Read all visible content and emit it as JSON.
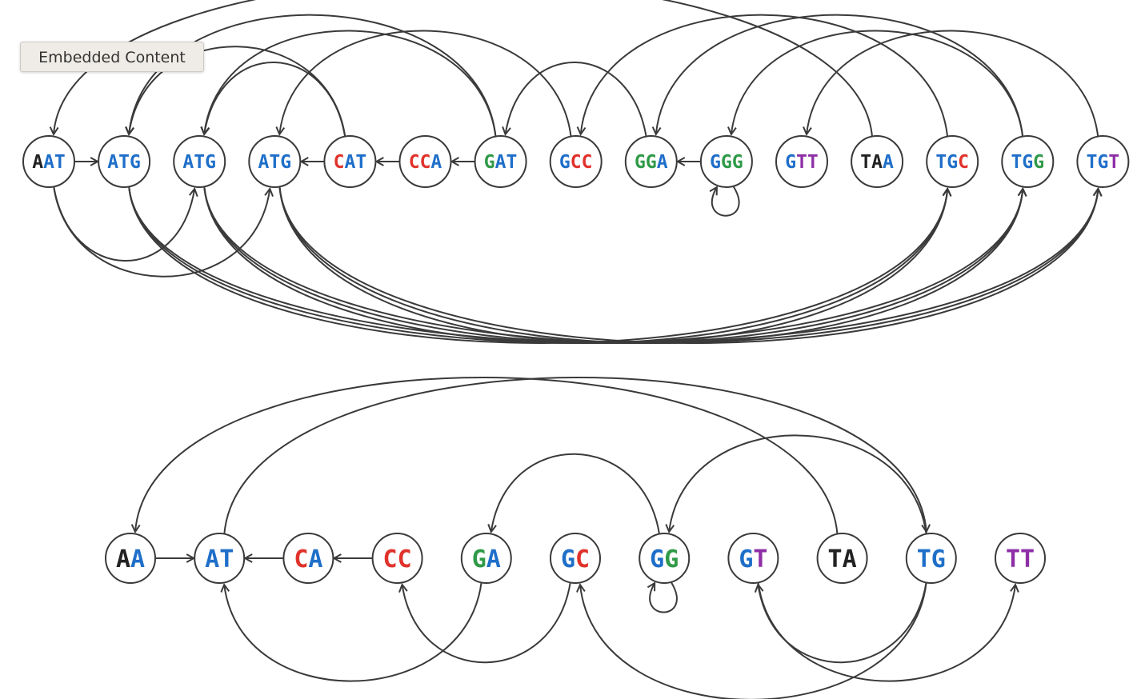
{
  "tooltip": {
    "label": "Embedded Content"
  },
  "colors": {
    "A": "#1f6fc9",
    "T": "#8e2fa6",
    "G": "#2f9a47",
    "C": "#e0322a",
    "first_A": "#222222",
    "first_T": "#222222",
    "edge": "#3a3a3a"
  },
  "graph_top": {
    "nodes": [
      {
        "id": "AAT",
        "label": "AAT",
        "chars": [
          "#222222",
          "#1f6fc9",
          "#1f6fc9"
        ]
      },
      {
        "id": "ATG1",
        "label": "ATG",
        "chars": [
          "#1f6fc9",
          "#1f6fc9",
          "#1f6fc9"
        ]
      },
      {
        "id": "ATG2",
        "label": "ATG",
        "chars": [
          "#1f6fc9",
          "#1f6fc9",
          "#1f6fc9"
        ]
      },
      {
        "id": "ATG3",
        "label": "ATG",
        "chars": [
          "#1f6fc9",
          "#1f6fc9",
          "#1f6fc9"
        ]
      },
      {
        "id": "CAT",
        "label": "CAT",
        "chars": [
          "#e0322a",
          "#1f6fc9",
          "#1f6fc9"
        ]
      },
      {
        "id": "CCA",
        "label": "CCA",
        "chars": [
          "#e0322a",
          "#e0322a",
          "#1f6fc9"
        ]
      },
      {
        "id": "GAT",
        "label": "GAT",
        "chars": [
          "#2f9a47",
          "#1f6fc9",
          "#1f6fc9"
        ]
      },
      {
        "id": "GCC",
        "label": "GCC",
        "chars": [
          "#1f6fc9",
          "#e0322a",
          "#e0322a"
        ]
      },
      {
        "id": "GGA",
        "label": "GGA",
        "chars": [
          "#2f9a47",
          "#2f9a47",
          "#1f6fc9"
        ]
      },
      {
        "id": "GGG",
        "label": "GGG",
        "chars": [
          "#1f6fc9",
          "#2f9a47",
          "#2f9a47"
        ]
      },
      {
        "id": "GTT",
        "label": "GTT",
        "chars": [
          "#1f6fc9",
          "#8e2fa6",
          "#8e2fa6"
        ]
      },
      {
        "id": "TAA",
        "label": "TAA",
        "chars": [
          "#222222",
          "#222222",
          "#1f6fc9"
        ]
      },
      {
        "id": "TGC",
        "label": "TGC",
        "chars": [
          "#1f6fc9",
          "#1f6fc9",
          "#e0322a"
        ]
      },
      {
        "id": "TGG",
        "label": "TGG",
        "chars": [
          "#1f6fc9",
          "#1f6fc9",
          "#2f9a47"
        ]
      },
      {
        "id": "TGT",
        "label": "TGT",
        "chars": [
          "#1f6fc9",
          "#1f6fc9",
          "#8e2fa6"
        ]
      }
    ],
    "edges": [
      [
        "AAT",
        "ATG1"
      ],
      [
        "CAT",
        "ATG3"
      ],
      [
        "CCA",
        "CAT"
      ],
      [
        "GGG",
        "GGA"
      ],
      [
        "GGG",
        "GGG"
      ],
      [
        "GGA",
        "GAT"
      ],
      [
        "AAT",
        "ATG2"
      ],
      [
        "AAT",
        "ATG3"
      ],
      [
        "CAT",
        "ATG1"
      ],
      [
        "CAT",
        "ATG2"
      ],
      [
        "GAT",
        "ATG1"
      ],
      [
        "GAT",
        "ATG2"
      ],
      [
        "GAT",
        "CCA"
      ],
      [
        "GCC",
        "ATG3"
      ],
      [
        "TGC",
        "GCC"
      ],
      [
        "TGG",
        "GGA"
      ],
      [
        "TGG",
        "GGG"
      ],
      [
        "TGT",
        "GTT"
      ],
      [
        "ATG3",
        "TGC"
      ],
      [
        "ATG3",
        "TGG"
      ],
      [
        "ATG3",
        "TGT"
      ],
      [
        "ATG2",
        "TGC"
      ],
      [
        "ATG2",
        "TGG"
      ],
      [
        "ATG2",
        "TGT"
      ],
      [
        "ATG1",
        "TGC"
      ],
      [
        "ATG1",
        "TGG"
      ],
      [
        "ATG1",
        "TGT"
      ],
      [
        "TAA",
        "AAT"
      ]
    ]
  },
  "graph_bottom": {
    "nodes": [
      {
        "id": "AA",
        "label": "AA",
        "chars": [
          "#222222",
          "#1f6fc9"
        ]
      },
      {
        "id": "AT",
        "label": "AT",
        "chars": [
          "#1f6fc9",
          "#1f6fc9"
        ]
      },
      {
        "id": "CA",
        "label": "CA",
        "chars": [
          "#e0322a",
          "#1f6fc9"
        ]
      },
      {
        "id": "CC",
        "label": "CC",
        "chars": [
          "#e0322a",
          "#e0322a"
        ]
      },
      {
        "id": "GA",
        "label": "GA",
        "chars": [
          "#2f9a47",
          "#1f6fc9"
        ]
      },
      {
        "id": "GC",
        "label": "GC",
        "chars": [
          "#1f6fc9",
          "#e0322a"
        ]
      },
      {
        "id": "GG",
        "label": "GG",
        "chars": [
          "#1f6fc9",
          "#2f9a47"
        ]
      },
      {
        "id": "GT",
        "label": "GT",
        "chars": [
          "#1f6fc9",
          "#8e2fa6"
        ]
      },
      {
        "id": "TA",
        "label": "TA",
        "chars": [
          "#222222",
          "#222222"
        ]
      },
      {
        "id": "TG",
        "label": "TG",
        "chars": [
          "#1f6fc9",
          "#1f6fc9"
        ]
      },
      {
        "id": "TT",
        "label": "TT",
        "chars": [
          "#8e2fa6",
          "#8e2fa6"
        ]
      }
    ],
    "edges": [
      [
        "AA",
        "AT"
      ],
      [
        "CA",
        "AT"
      ],
      [
        "CC",
        "CA"
      ],
      [
        "GG",
        "GG"
      ],
      [
        "GC",
        "CC"
      ],
      [
        "TA",
        "AA"
      ],
      [
        "AT",
        "TG"
      ],
      [
        "GT",
        "TT"
      ],
      [
        "GA",
        "AT"
      ],
      [
        "GG",
        "GA"
      ],
      [
        "TG",
        "GT"
      ],
      [
        "TG",
        "GG"
      ],
      [
        "TG",
        "GC"
      ]
    ]
  }
}
